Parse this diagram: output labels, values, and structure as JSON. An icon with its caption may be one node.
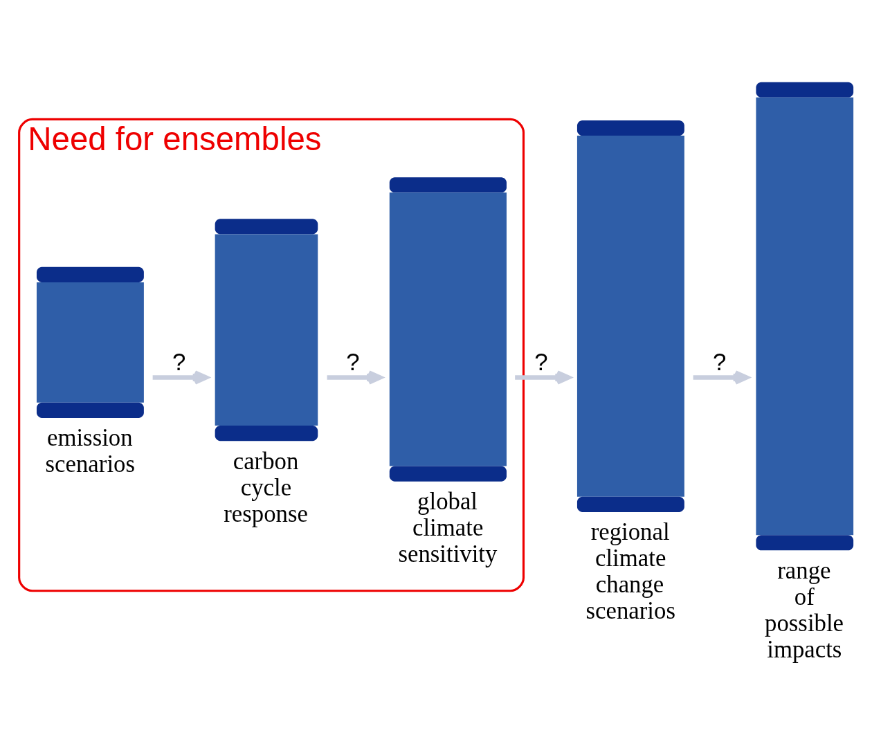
{
  "diagram": {
    "nodes": [
      {
        "text": [
          "Need for ensembles"
        ]
      },
      {
        "text": [
          "emission scenarios"
        ],
        "in": 0
      },
      {
        "text": [
          "carbon cycle response"
        ],
        "in": 0
      },
      {
        "text": [
          "global climate sensitivity"
        ],
        "in": 0
      },
      {
        "text": [
          "regional climate change scenarios"
        ]
      },
      {
        "text": [
          "range of possible impacts"
        ]
      }
    ],
    "edges": [
      {
        "from": 1,
        "to": 2,
        "arrow": "to",
        "label": "?"
      },
      {
        "from": 2,
        "to": 3,
        "arrow": "to",
        "label": "?"
      },
      {
        "from": 3,
        "to": 4,
        "arrow": "to",
        "label": "?"
      },
      {
        "from": 4,
        "to": 5,
        "arrow": "to",
        "label": "?"
      }
    ]
  }
}
